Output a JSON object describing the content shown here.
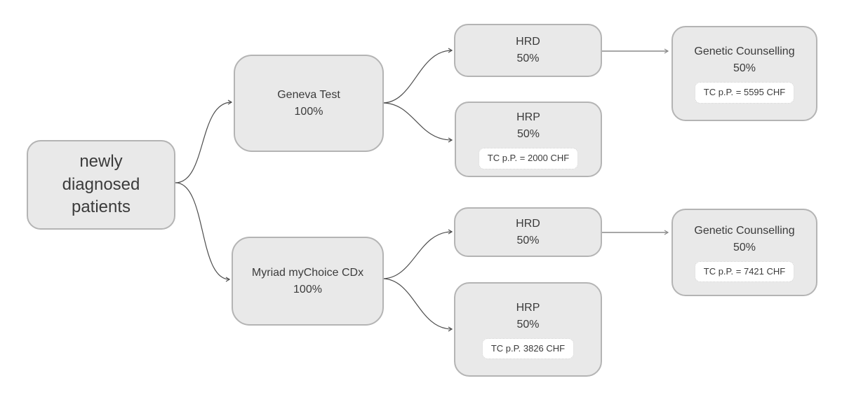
{
  "theme": {
    "bg": "#ffffff",
    "box_fill": "#e9e9e9",
    "box_border": "#b4b4b4",
    "text_color": "#3b3b3b",
    "chip_bg": "#ffffff",
    "chip_border": "#c9c9c9",
    "edge_color": "#4d4d4d",
    "edge_light_color": "#8a8a8a"
  },
  "nodes": {
    "root": {
      "text": "newly diagnosed patients"
    },
    "geneva": {
      "label": "Geneva Test",
      "percent": "100%"
    },
    "hrd_top": {
      "label": "HRD",
      "percent": "50%"
    },
    "hrp_top": {
      "label": "HRP",
      "percent": "50%",
      "cost": "TC p.P. = 2000 CHF"
    },
    "gc_top": {
      "label": "Genetic Counselling",
      "percent": "50%",
      "cost": "TC p.P. = 5595 CHF"
    },
    "myriad": {
      "label": "Myriad myChoice CDx",
      "percent": "100%"
    },
    "hrd_bottom": {
      "label": "HRD",
      "percent": "50%"
    },
    "hrp_bottom": {
      "label": "HRP",
      "percent": "50%",
      "cost": "TC p.P. 3826 CHF"
    },
    "gc_bottom": {
      "label": "Genetic Counselling",
      "percent": "50%",
      "cost": "TC p.P. = 7421 CHF"
    }
  },
  "edges": [
    {
      "from": "root",
      "to": "geneva"
    },
    {
      "from": "root",
      "to": "myriad"
    },
    {
      "from": "geneva",
      "to": "hrd_top"
    },
    {
      "from": "geneva",
      "to": "hrp_top"
    },
    {
      "from": "hrd_top",
      "to": "gc_top"
    },
    {
      "from": "myriad",
      "to": "hrd_bottom"
    },
    {
      "from": "myriad",
      "to": "hrp_bottom"
    },
    {
      "from": "hrd_bottom",
      "to": "gc_bottom"
    }
  ]
}
